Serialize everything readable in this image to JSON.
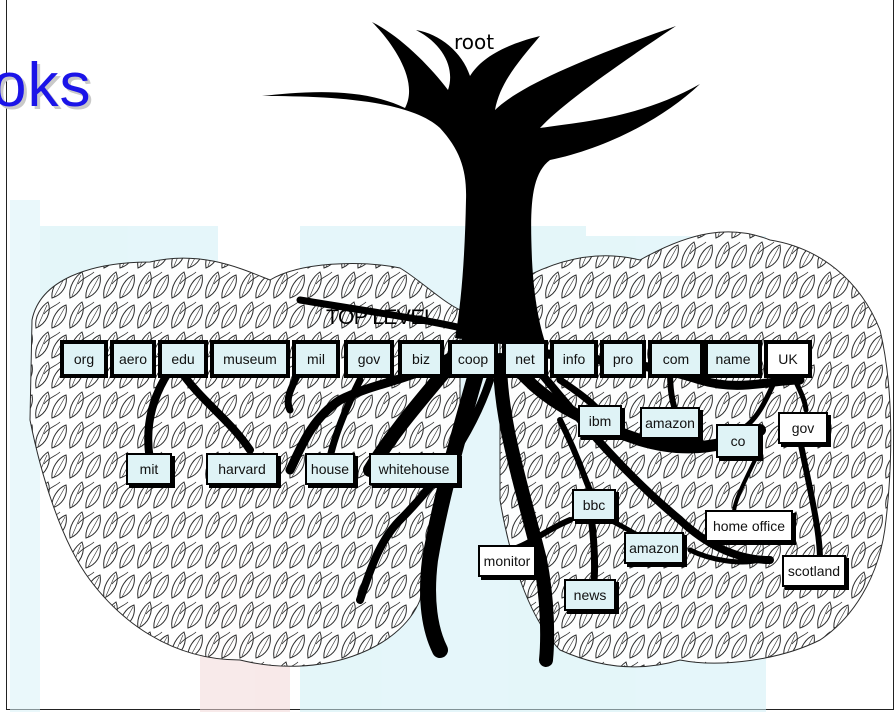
{
  "slide": {
    "title_partial": "oks"
  },
  "diagram": {
    "root_label": "root",
    "top_level_label": "TOP LEVEL",
    "top_level_domains": [
      "org",
      "aero",
      "edu",
      "museum",
      "mil",
      "gov",
      "biz",
      "coop",
      "net",
      "info",
      "pro",
      "com",
      "name",
      "UK"
    ],
    "subdomains": {
      "mit": "mit",
      "harvard": "harvard",
      "house": "house",
      "whitehouse": "whitehouse",
      "ibm": "ibm",
      "amazon_com": "amazon",
      "co": "co",
      "gov_uk": "gov",
      "bbc": "bbc",
      "home_office": "home office",
      "amazon_co": "amazon",
      "monitor": "monitor",
      "news": "news",
      "scotland": "scotland"
    }
  },
  "colors": {
    "title": "#1b14e8",
    "node_fill": "#dff3f6",
    "tree": "#000000",
    "watermark": "#cfeff5"
  }
}
